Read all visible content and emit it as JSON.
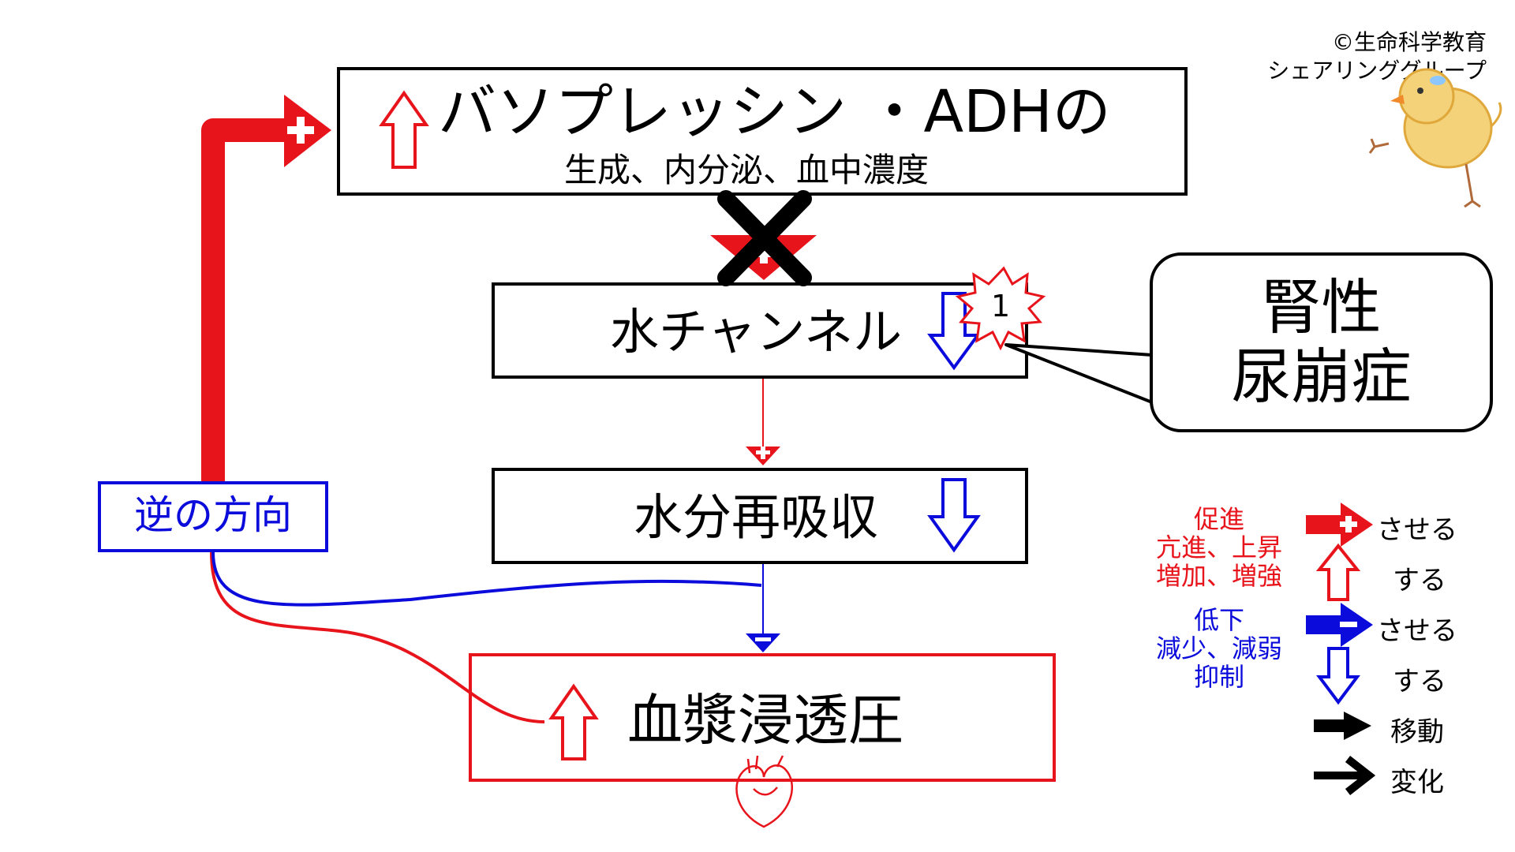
{
  "copyright": {
    "line1": "©生命科学教育",
    "line2": "シェアリンググループ"
  },
  "boxes": {
    "adh": {
      "title": "バソプレッシン ・ADHの",
      "subtitle": "生成、内分泌、血中濃度"
    },
    "water_channel": {
      "label": "水チャンネル",
      "badge": "1"
    },
    "reabsorption": {
      "label": "水分再吸収"
    },
    "osmotic": {
      "label": "血漿浸透圧"
    },
    "reverse": {
      "label": "逆の方向"
    }
  },
  "bubble": {
    "line1": "腎性",
    "line2": "尿崩症"
  },
  "legend": {
    "promote": {
      "line1": "促進",
      "line2": "亢進、上昇",
      "line3": "増加、増強"
    },
    "decrease": {
      "line1": "低下",
      "line2": "減少、減弱",
      "line3": "抑制"
    },
    "make_do": "させる",
    "do": "する",
    "move": "移動",
    "change": "変化"
  },
  "colors": {
    "red": "#e8141c",
    "blue": "#0b0bdc",
    "black": "#000000"
  },
  "icons": {
    "up_arrow": "hollow-up-arrow-icon",
    "down_arrow": "hollow-down-arrow-icon",
    "block": "x-mark-icon",
    "burst": "starburst-badge-icon",
    "heart": "heart-icon",
    "mascot": "chick-icon"
  }
}
